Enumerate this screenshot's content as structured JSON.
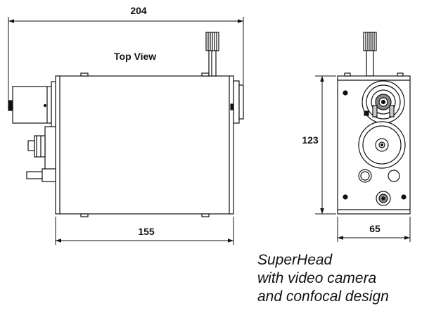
{
  "labels": {
    "top_view": "Top View",
    "dim_overall_length": "204",
    "dim_body_length": "155",
    "dim_height": "123",
    "dim_width": "65"
  },
  "caption": {
    "line1": "SuperHead",
    "line2": "with video camera",
    "line3": "and confocal design"
  }
}
